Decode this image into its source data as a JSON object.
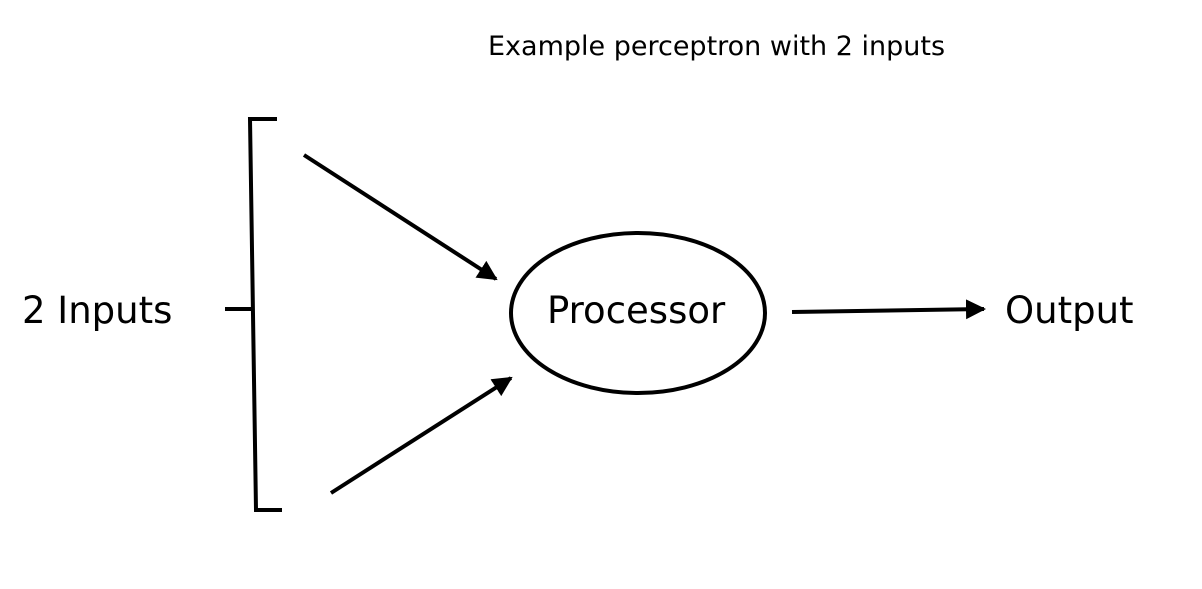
{
  "diagram": {
    "title": "Example perceptron with 2 inputs",
    "nodes": {
      "inputs": {
        "label": "2 Inputs"
      },
      "processor": {
        "label": "Processor"
      },
      "output": {
        "label": "Output"
      }
    },
    "edges": [
      {
        "from": "input-1",
        "to": "processor"
      },
      {
        "from": "input-2",
        "to": "processor"
      },
      {
        "from": "processor",
        "to": "output"
      }
    ],
    "colors": {
      "stroke": "#000000",
      "background": "#ffffff"
    }
  }
}
